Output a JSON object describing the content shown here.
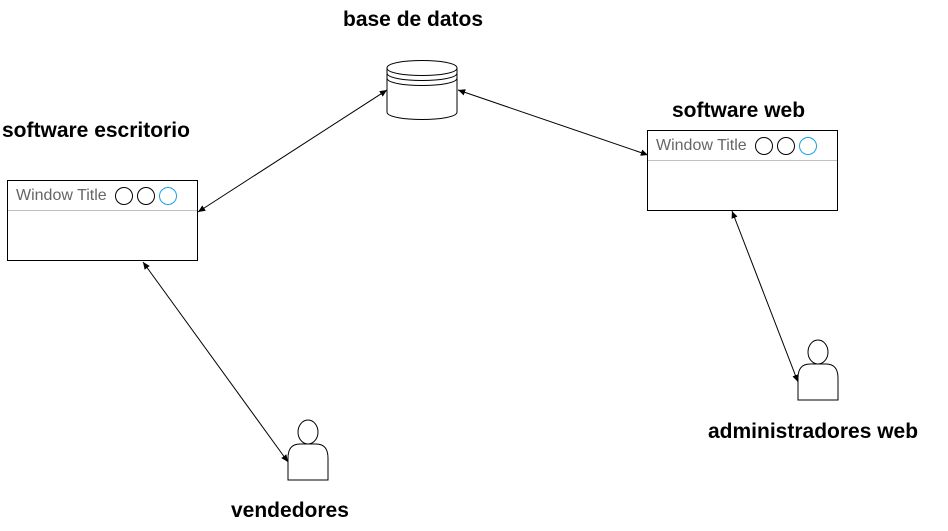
{
  "nodes": {
    "database": {
      "label": "base de datos"
    },
    "desktop": {
      "label": "software escritorio",
      "window_title": "Window Title"
    },
    "web": {
      "label": "software web",
      "window_title": "Window Title"
    },
    "sellers": {
      "label": "vendedores"
    },
    "web_admins": {
      "label": "administradores web"
    }
  },
  "colors": {
    "stroke": "#000000",
    "accent": "#1ba1e2",
    "title_text": "#666666"
  }
}
